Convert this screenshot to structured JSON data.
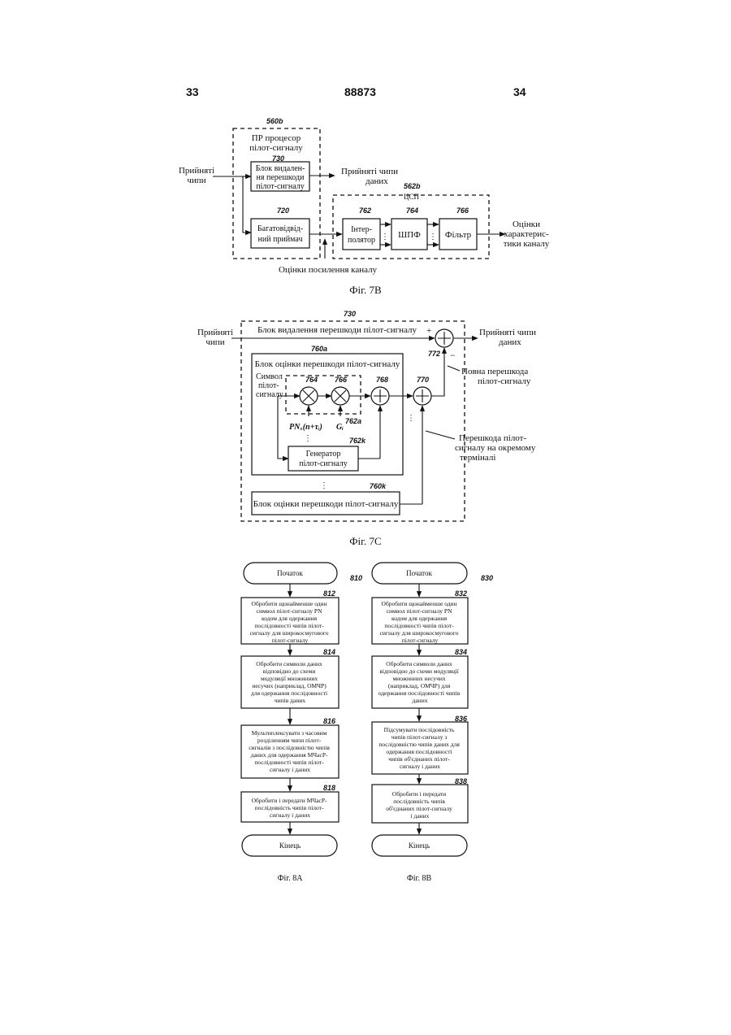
{
  "header": {
    "page_left": "33",
    "patent_no": "88873",
    "page_right": "34"
  },
  "fig7b": {
    "caption": "Фіг. 7B",
    "proc_ref": "560b",
    "proc_title_1": "ПР процесор",
    "proc_title_2": "пілот-сигналу",
    "in_label_1": "Прийняті",
    "in_label_2": "чипи",
    "b730_ref": "730",
    "b730_1": "Блок видален-",
    "b730_2": "ня перешкоди",
    "b730_3": "пілот-сигналу",
    "data_out_1": "Прийняті чипи",
    "data_out_2": "даних",
    "dsp_ref": "562b",
    "dsp_label": "ЦСП",
    "b720_ref": "720",
    "b720_1": "Багатовідвід-",
    "b720_2": "ний приймач",
    "b762_ref": "762",
    "b762_1": "Інтер-",
    "b762_2": "полятор",
    "b764_ref": "764",
    "b764": "ШПФ",
    "b766_ref": "766",
    "b766": "Фільтр",
    "out_1": "Оцінки",
    "out_2": "характерис-",
    "out_3": "тики каналу",
    "gain_label": "Оцінки посилення каналу"
  },
  "fig7c": {
    "caption": "Фіг. 7C",
    "outer_ref": "730",
    "outer_title": "Блок видалення перешкоди пілот-сигналу",
    "in_1": "Прийняті",
    "in_2": "чипи",
    "out_1": "Прийняті чипи",
    "out_2": "даних",
    "plus": "+",
    "minus": "−",
    "sum772": "772",
    "est_ref": "760a",
    "est_title": "Блок оцінки перешкоди пілот-сигналу",
    "sym_1": "Символ",
    "sym_2": "пілот-",
    "sym_3": "сигналу",
    "m764": "764",
    "m766": "766",
    "s768": "768",
    "s770": "770",
    "pn": "PNₓ(n+τᵢ)",
    "gi": "Gᵢ",
    "r762a": "762a",
    "r762k": "762k",
    "gen_1": "Генератор",
    "gen_2": "пілот-сигналу",
    "full_1": "Повна перешкода",
    "full_2": "пілот-сигналу",
    "term_1": "Перешкода пілот-",
    "term_2": "сигналу на окремому",
    "term_3": "терміналі",
    "est_k_ref": "760k",
    "est_k_title": "Блок оцінки перешкоди пілот-сигналу"
  },
  "fig8a": {
    "caption": "Фіг. 8A",
    "ref": "810",
    "start": "Початок",
    "end": "Кінець",
    "steps": [
      {
        "ref": "812",
        "lines": [
          "Обробити щонайменше один",
          "символ пілот-сигналу PN",
          "кодом для одержання",
          "послідовності чипів пілот-",
          "сигналу для широкосмугового",
          "пілот-сигналу"
        ]
      },
      {
        "ref": "814",
        "lines": [
          "Обробити символи даних",
          "відповідно до схеми",
          "модуляції множинних",
          "несучих (наприклад, ОМЧР)",
          "для одержання послідовності",
          "чипів даних"
        ]
      },
      {
        "ref": "816",
        "lines": [
          "Мультиплексувати з часовим",
          "розділенням чипи пілот-",
          "сигналів з послідовністю чипів",
          "даних для одержання МЧасР-",
          "послідовності чипів пілот-",
          "сигналу і даних"
        ]
      },
      {
        "ref": "818",
        "lines": [
          "Обробити і передати МЧасР-",
          "послідовність чипів пілот-",
          "сигналу і даних"
        ]
      }
    ]
  },
  "fig8b": {
    "caption": "Фіг. 8B",
    "ref": "830",
    "start": "Початок",
    "end": "Кінець",
    "steps": [
      {
        "ref": "832",
        "lines": [
          "Обробити щонайменше один",
          "символ пілот-сигналу PN",
          "кодом для одержання",
          "послідовності чипів пілот-",
          "сигналу для широкосмугового",
          "пілот-сигналу"
        ]
      },
      {
        "ref": "834",
        "lines": [
          "Обробити символи даних",
          "відповідно до схеми модуляції",
          "множинних несучих",
          "(наприклад, ОМЧР) для",
          "одержання послідовності чипів",
          "даних"
        ]
      },
      {
        "ref": "836",
        "lines": [
          "Підсумувати послідовність",
          "чипів пілот-сигналу з",
          "послідовністю чипів даних для",
          "одержання послідовності",
          "чипів об'єднаних пілот-",
          "сигналу і даних"
        ]
      },
      {
        "ref": "838",
        "lines": [
          "Обробити і передати",
          "послідовність чипів",
          "об'єднаних пілот-сигналу",
          "і даних"
        ]
      }
    ]
  }
}
